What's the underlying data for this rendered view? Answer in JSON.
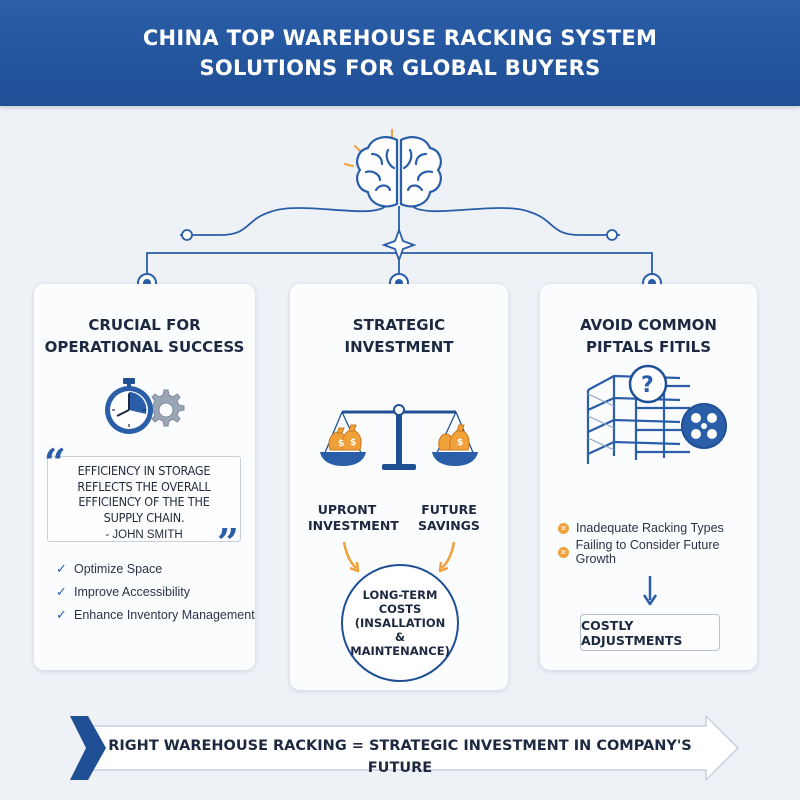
{
  "header": {
    "title_line1": "CHINA TOP WAREHOUSE RACKING SYSTEM",
    "title_line2": "SOLUTIONS FOR GLOBAL BUYERS"
  },
  "colors": {
    "brand_blue": "#2a5ea8",
    "accent_orange": "#f0a13a",
    "background": "#eef1f6"
  },
  "card1": {
    "title_line1": "CRUCIAL FOR",
    "title_line2": "OPERATIONAL SUCCESS",
    "icon": "stopwatch-gear-icon",
    "quote": {
      "line1": "EFFICIENCY IN STORAGE",
      "line2": "REFLECTS THE OVERALL",
      "line3": "EFFICIENCY OF THE THE",
      "line4": "SUPPLY CHAIN.",
      "author": "- JOHN SMITH"
    },
    "checklist": [
      "Optimize Space",
      "Improve Accessibility",
      "Enhance Inventory Management"
    ]
  },
  "card2": {
    "title_line1": "STRATEGIC",
    "title_line2": "INVESTMENT",
    "icon": "balance-scale-icon",
    "left_label_line1": "UPRONT",
    "left_label_line2": "INVESTMENT",
    "right_label_line1": "FUTURE",
    "right_label_line2": "SAVINGS",
    "circle_line1": "LONG-TERM COSTS",
    "circle_line2": "(INSALLATION",
    "circle_line3": "& MAINTENANCE)"
  },
  "card3": {
    "title_line1": "AVOID COMMON",
    "title_line2": "PIFTALS FITILS",
    "icon": "racking-question-icon",
    "question_mark": "?",
    "pitfalls": [
      "Inadequate Racking Types",
      "Failing to Consider Future Growth"
    ],
    "result": "COSTLY ADJUSTMENTS"
  },
  "banner": {
    "text": "RIGHT WAREHOUSE RACKING = STRATEGIC INVESTMENT IN COMPANY'S FUTURE"
  }
}
